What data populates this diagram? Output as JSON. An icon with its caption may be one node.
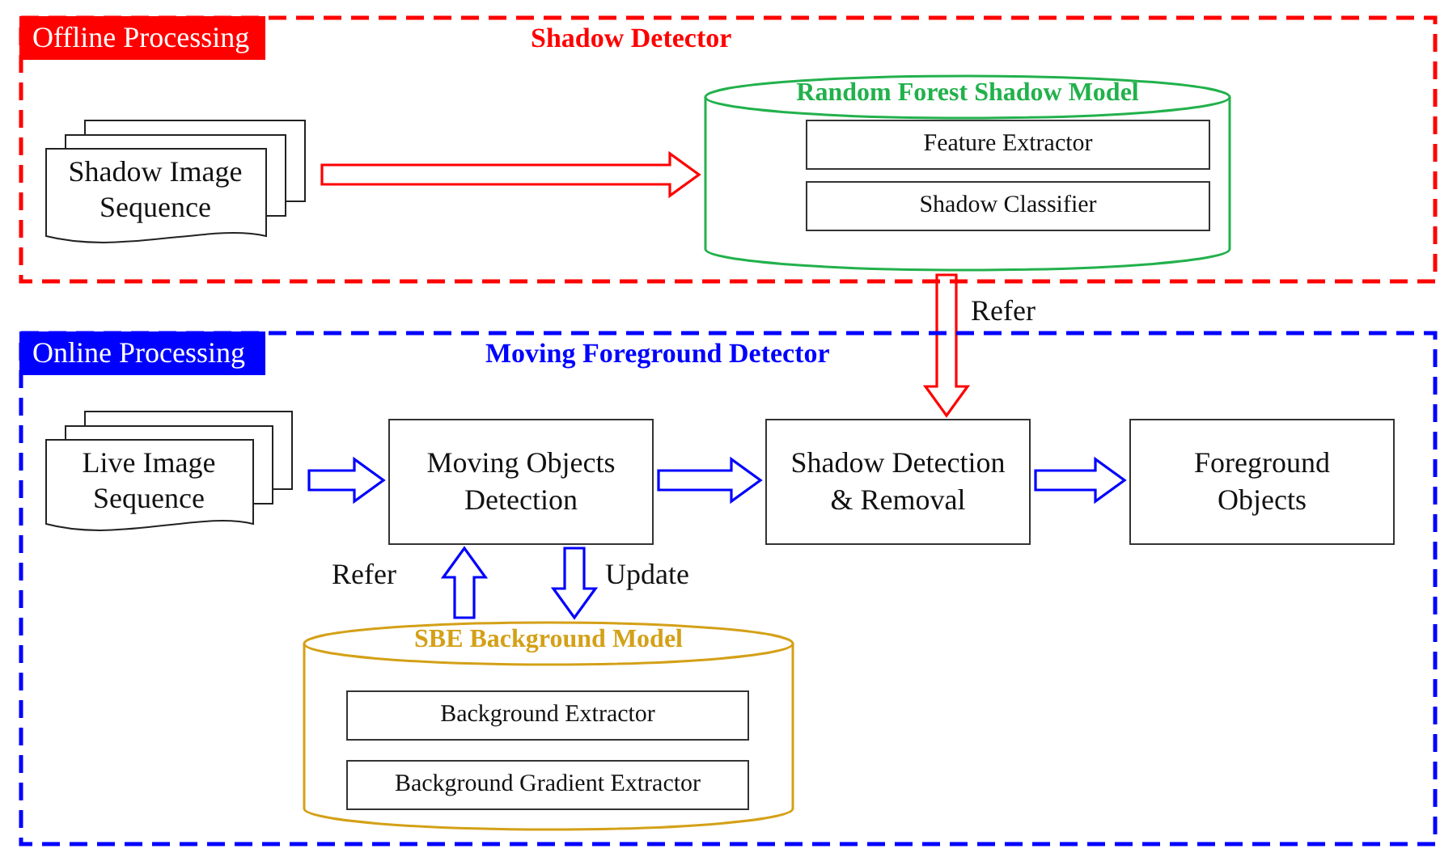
{
  "diagram": {
    "nodes": [
      {
        "text": [
          "Offline Processing",
          "Shadow Detector"
        ]
      },
      {
        "text": [
          "Shadow Image Sequence"
        ],
        "in": 0
      },
      {
        "text": [
          "Random Forest Shadow Model"
        ],
        "in": 0
      },
      {
        "text": [
          "Feature Extractor"
        ],
        "in": 2
      },
      {
        "text": [
          "Shadow Classifier"
        ],
        "in": 2
      },
      {
        "text": [
          "Online Processing",
          "Moving Foreground Detector"
        ]
      },
      {
        "text": [
          "Live Image Sequence"
        ],
        "in": 5
      },
      {
        "text": [
          "Moving Objects Detection"
        ],
        "in": 5
      },
      {
        "text": [
          "Shadow Detection & Removal"
        ],
        "in": 5
      },
      {
        "text": [
          "Foreground Objects"
        ],
        "in": 5
      },
      {
        "text": [
          "SBE Background Model"
        ],
        "in": 5
      },
      {
        "text": [
          "Background Extractor"
        ],
        "in": 10
      },
      {
        "text": [
          "Background Gradient Extractor"
        ],
        "in": 10
      }
    ],
    "edges": [
      {
        "from": 1,
        "to": 2,
        "arrow": "to",
        "color": "#ff0000"
      },
      {
        "from": 2,
        "to": 8,
        "arrow": "to",
        "label": "Refer",
        "color": "#ff0000"
      },
      {
        "from": 6,
        "to": 7,
        "arrow": "to"
      },
      {
        "from": 7,
        "to": 8,
        "arrow": "to"
      },
      {
        "from": 8,
        "to": 9,
        "arrow": "to"
      },
      {
        "from": 10,
        "to": 7,
        "arrow": "to",
        "label": "Refer"
      },
      {
        "from": 7,
        "to": 10,
        "arrow": "to",
        "label": "Update"
      }
    ]
  }
}
